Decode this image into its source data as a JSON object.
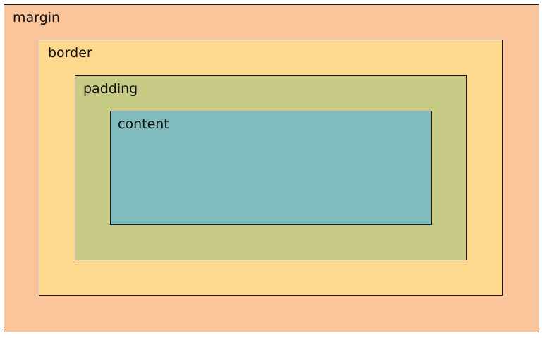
{
  "layers": {
    "margin": {
      "label": "margin",
      "color": "#fbc59c"
    },
    "border": {
      "label": "border",
      "color": "#fdd88f"
    },
    "padding": {
      "label": "padding",
      "color": "#c7cb86"
    },
    "content": {
      "label": "content",
      "color": "#80bcbd"
    }
  }
}
